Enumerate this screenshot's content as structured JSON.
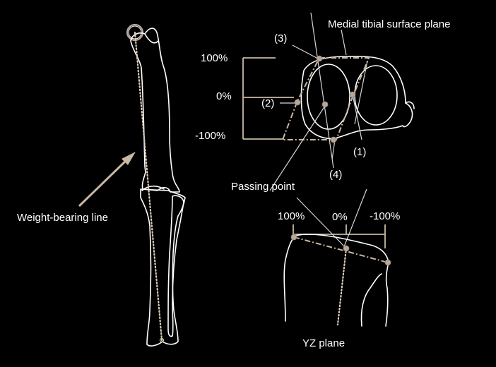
{
  "labels": {
    "medial_plane": "Medial tibial surface plane",
    "pct_100_top": "100%",
    "pct_0_top": "0%",
    "pct_neg100_top": "-100%",
    "pt3": "(3)",
    "pt2": "(2)",
    "pt1": "(1)",
    "pt4": "(4)",
    "passing_point": "Passing point",
    "weight_bearing_line": "Weight-bearing line",
    "pct_100_bottom": "100%",
    "pct_0_bottom": "0%",
    "pct_neg100_bottom": "-100%",
    "yz_plane": "YZ plane"
  },
  "colors": {
    "background": "#000000",
    "bone_outline": "#ffffff",
    "reference_lines": "#c9b8a3",
    "points": "#b8a898"
  }
}
